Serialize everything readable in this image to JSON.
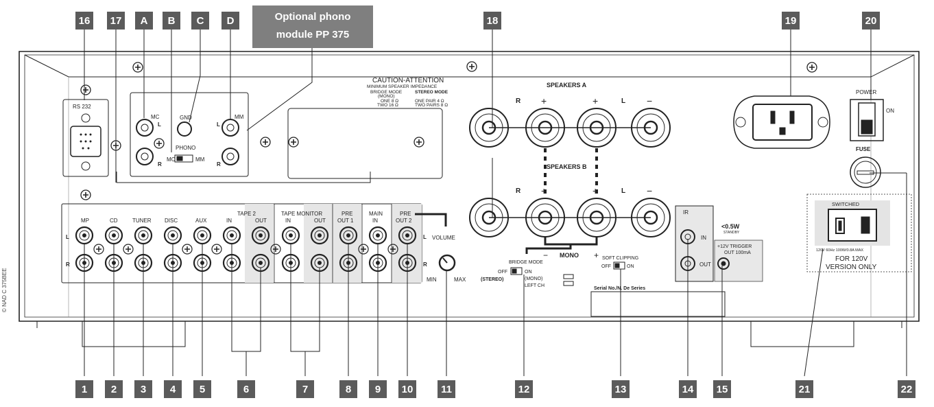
{
  "optional_module": {
    "line1": "Optional phono",
    "line2": "module PP 375"
  },
  "copyright": "© NAD C 375BEE",
  "top_badges": [
    "16",
    "17",
    "A",
    "B",
    "C",
    "D",
    "18",
    "19",
    "20"
  ],
  "bottom_badges": [
    "1",
    "2",
    "3",
    "4",
    "5",
    "6",
    "7",
    "8",
    "9",
    "10",
    "11",
    "12",
    "13",
    "14",
    "15",
    "21",
    "22"
  ],
  "rs232": "RS 232",
  "caution": {
    "title": "CAUTION-ATTENTION",
    "subtitle": "MINIMUM SPEAKER IMPEDANCE",
    "bridge": "BRIDGE MODE",
    "mono": "(MONO)",
    "one8": "ONE 8 Ω",
    "two16": "TWO 16 Ω",
    "stereo": "STEREO MODE",
    "onepair": "ONE PAIR 4 Ω",
    "twopairs": "TWO PAIRS 8 Ω"
  },
  "phono": {
    "mc": "MC",
    "gnd": "GND",
    "mm": "MM",
    "label": "PHONO",
    "l": "L",
    "r": "R"
  },
  "speakers": {
    "a": "SPEAKERS A",
    "b": "SPEAKERS B",
    "mono": "MONO",
    "r": "R",
    "l": "L",
    "plus": "+",
    "minus": "−"
  },
  "power": "POWER",
  "on": "ON",
  "fuse": "FUSE",
  "inputs": {
    "mp": "MP",
    "cd": "CD",
    "tuner": "TUNER",
    "disc": "DISC",
    "aux": "AUX",
    "tape2": "TAPE 2",
    "in": "IN",
    "out": "OUT",
    "tape_monitor": "TAPE MONITOR",
    "pre": "PRE",
    "out1": "OUT 1",
    "main": "MAIN",
    "out2": "OUT 2",
    "l": "L",
    "r": "R"
  },
  "volume": {
    "label": "VOLUME",
    "min": "MIN",
    "max": "MAX"
  },
  "bridge_switch": {
    "title": "BRIDGE MODE",
    "off": "OFF",
    "stereo": "(STEREO)",
    "on": "ON",
    "mono": "(MONO)",
    "left": "LEFT CH"
  },
  "soft_clip": {
    "title": "SOFT CLIPPING",
    "off": "OFF",
    "on": "ON"
  },
  "ir": {
    "label": "IR",
    "in": "IN",
    "out": "OUT"
  },
  "standby": {
    "value": "<0.5W",
    "label": "STANDBY"
  },
  "trigger": {
    "line1": "+12V TRIGGER",
    "line2": "OUT 100mA"
  },
  "serial": "Serial No./N. De Series",
  "switched": {
    "label": "SWITCHED",
    "rating": "120V 60Hz 100W/0.8A MAX",
    "note1": "FOR 120V",
    "note2": "VERSION ONLY"
  }
}
